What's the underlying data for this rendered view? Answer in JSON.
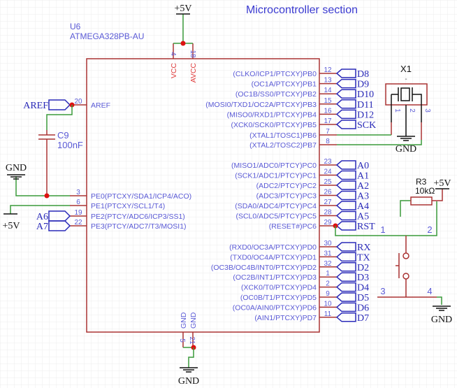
{
  "title": "Microcontroller section",
  "colors": {
    "wire": "#3a9a3a",
    "pin": "#a33333",
    "net_label": "#2a2ab8",
    "pin_text": "#5a5ad6",
    "junction": "#dd1111",
    "top_pin_text": "#e04040"
  },
  "chip": {
    "ref": "U6",
    "part": "ATMEGA328PB-AU",
    "top_pins": [
      {
        "num": "4",
        "name": "VCC"
      },
      {
        "num": "18",
        "name": "AVCC"
      }
    ],
    "bottom_pins": [
      {
        "num": "5",
        "name": "GND"
      },
      {
        "num": "21",
        "name": "GND"
      }
    ],
    "left_pins": [
      {
        "num": "20",
        "name": "AREF",
        "net": "AREF"
      },
      {
        "num": "3",
        "name": "PE0(PTCXY/SDA1/ICP4/ACO)",
        "net": ""
      },
      {
        "num": "6",
        "name": "PE1(PTCXY/SCL1/T4)",
        "net": ""
      },
      {
        "num": "19",
        "name": "PE2(PTCY/ADC6/ICP3/SS1)",
        "net": "A6"
      },
      {
        "num": "22",
        "name": "PE3(PTCY/ADC7/T3/MOSI1)",
        "net": "A7"
      }
    ],
    "right_pins": [
      {
        "num": "12",
        "name": "(CLKO/ICP1/PTCXY)PB0",
        "net": "D8"
      },
      {
        "num": "13",
        "name": "(OC1A/PTCXY)PB1",
        "net": "D9"
      },
      {
        "num": "14",
        "name": "(OC1B/SS0/PTCXY)PB2",
        "net": "D10"
      },
      {
        "num": "15",
        "name": "(MOSI0/TXD1/OC2A/PTCXY)PB3",
        "net": "D11"
      },
      {
        "num": "16",
        "name": "(MISO0/RXD1/PTCXY)PB4",
        "net": "D12"
      },
      {
        "num": "17",
        "name": "(XCK0/SCK0/PTCXY)PB5",
        "net": "SCK"
      },
      {
        "num": "7",
        "name": "(XTAL1/TOSC1)PB6",
        "net": ""
      },
      {
        "num": "8",
        "name": "(XTAL2/TOSC2)PB7",
        "net": ""
      },
      {
        "num": "23",
        "name": "(MISO1/ADC0/PTCY)PC0",
        "net": "A0"
      },
      {
        "num": "24",
        "name": "(SCK1/ADC1/PTCY)PC1",
        "net": "A1"
      },
      {
        "num": "25",
        "name": "(ADC2/PTCY)PC2",
        "net": "A2"
      },
      {
        "num": "26",
        "name": "(ADC3/PTCY)PC3",
        "net": "A3"
      },
      {
        "num": "27",
        "name": "(SDA0/ADC4/PTCY)PC4",
        "net": "A4"
      },
      {
        "num": "28",
        "name": "(SCL0/ADC5/PTCY)PC5",
        "net": "A5"
      },
      {
        "num": "29",
        "name": "(RESET#)PC6",
        "net": "RST"
      },
      {
        "num": "30",
        "name": "(RXD0/OC3A/PTCXY)PD0",
        "net": "RX"
      },
      {
        "num": "31",
        "name": "(TXD0/OC4A/PTCXY)PD1",
        "net": "TX"
      },
      {
        "num": "32",
        "name": "(OC3B/OC4B/INT0/PTCXY)PD2",
        "net": "D2"
      },
      {
        "num": "1",
        "name": "(OC2B/INT1/PTCXY)PD3",
        "net": "D3"
      },
      {
        "num": "2",
        "name": "(XCK0/T0/PTCXY)PD4",
        "net": "D4"
      },
      {
        "num": "9",
        "name": "(OC0B/T1/PTCXY)PD5",
        "net": "D5"
      },
      {
        "num": "10",
        "name": "(OC0A/AIN0/PTCXY)PD6",
        "net": "D6"
      },
      {
        "num": "11",
        "name": "(AIN1/PTCXY)PD7",
        "net": "D7"
      }
    ]
  },
  "capacitor": {
    "ref": "C9",
    "value": "100nF"
  },
  "crystal": {
    "ref": "X1",
    "sub": "-",
    "pins": [
      "1",
      "2",
      "3"
    ]
  },
  "resistor": {
    "ref": "R3",
    "value": "10kΩ"
  },
  "switch": {
    "pins": [
      "1",
      "2",
      "3",
      "4"
    ]
  },
  "power": {
    "vcc": "+5V",
    "gnd": "GND"
  }
}
